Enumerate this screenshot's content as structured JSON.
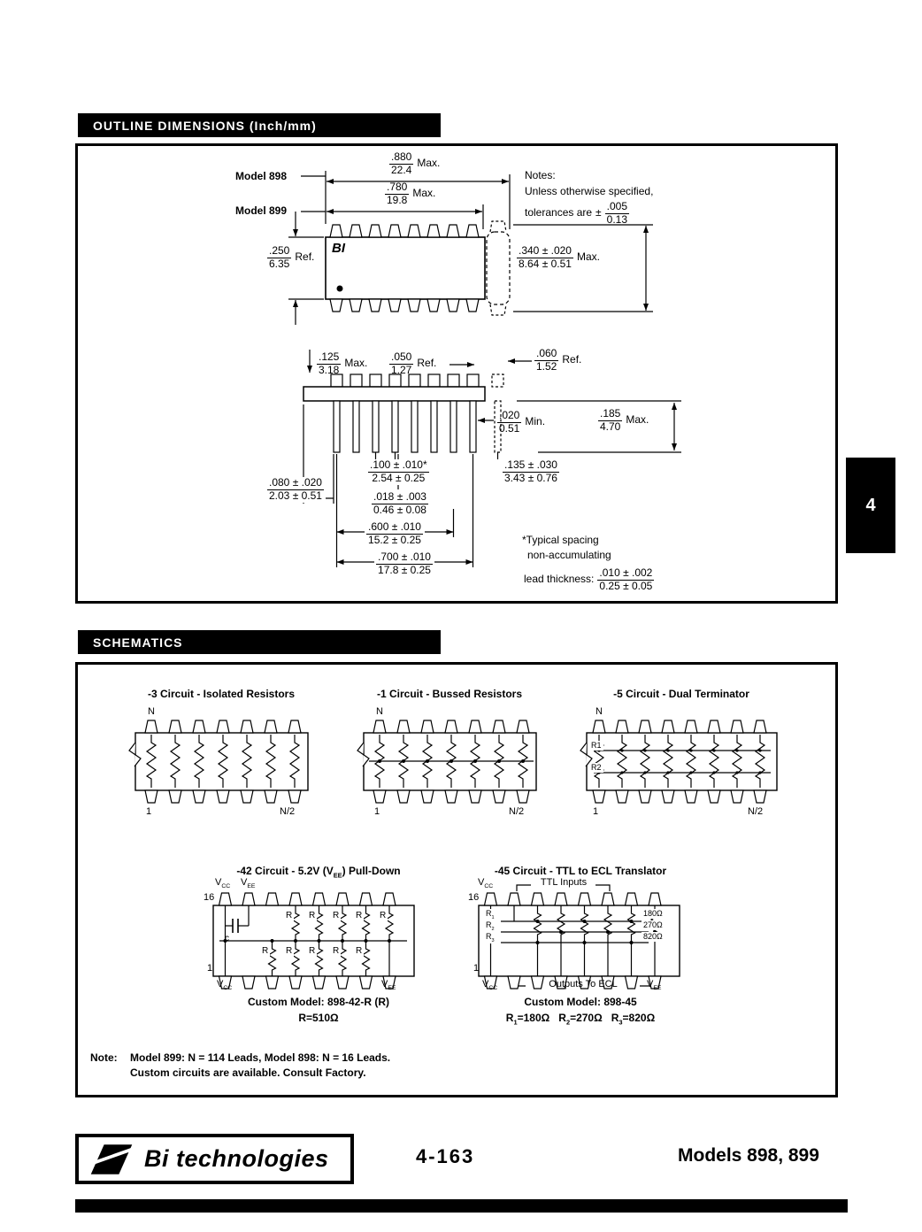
{
  "outline": {
    "header": "OUTLINE DIMENSIONS (Inch/mm)",
    "model898": "Model 898",
    "model899": "Model 899",
    "logo": "BI",
    "notes": {
      "title": "Notes:",
      "line1": "Unless otherwise specified,",
      "line2": "tolerances are",
      "pm": "±",
      "tol": {
        "top": ".005",
        "bot": "0.13"
      }
    },
    "dims": {
      "len898": {
        "top": ".880",
        "bot": "22.4",
        "sfx": "Max."
      },
      "len899": {
        "top": ".780",
        "bot": "19.8",
        "sfx": "Max."
      },
      "body": {
        "top": ".250",
        "bot": "6.35",
        "sfx": "Ref."
      },
      "width": {
        "top": ".340 ± .020",
        "bot": "8.64 ± 0.51",
        "sfx": "Max."
      },
      "d125": {
        "top": ".125",
        "bot": "3.18",
        "sfx": "Max."
      },
      "d050": {
        "top": ".050",
        "bot": "1.27",
        "sfx": "Ref."
      },
      "d060": {
        "top": ".060",
        "bot": "1.52",
        "sfx": "Ref."
      },
      "d020": {
        "top": ".020",
        "bot": "0.51",
        "sfx": "Min."
      },
      "d185": {
        "top": ".185",
        "bot": "4.70",
        "sfx": "Max."
      },
      "d100": {
        "top": ".100 ± .010*",
        "bot": "2.54 ± 0.25"
      },
      "d018": {
        "top": ".018 ± .003",
        "bot": "0.46 ± 0.08"
      },
      "d080": {
        "top": ".080 ± .020",
        "bot": "2.03 ± 0.51"
      },
      "d135": {
        "top": ".135 ± .030",
        "bot": "3.43 ± 0.76"
      },
      "d600": {
        "top": ".600 ± .010",
        "bot": "15.2 ± 0.25"
      },
      "d700": {
        "top": ".700 ± .010",
        "bot": "17.8 ± 0.25"
      },
      "thickness": {
        "top": ".010 ± .002",
        "bot": "0.25 ± 0.05"
      }
    },
    "typical1": "*Typical spacing",
    "typical2": "non-accumulating",
    "lead_thickness_label": "lead thickness:"
  },
  "side_tab": "4",
  "schematics": {
    "header": "SCHEMATICS",
    "r_label": "R",
    "c_label": "c",
    "vcc": {
      "b": "V",
      "s": "CC"
    },
    "vee": {
      "b": "V",
      "s": "EE"
    },
    "circuit3": {
      "title": "-3 Circuit - Isolated Resistors",
      "n": "N",
      "one": "1",
      "n2": "N/2"
    },
    "circuit1": {
      "title": "-1 Circuit - Bussed Resistors",
      "n": "N",
      "one": "1",
      "n2": "N/2"
    },
    "circuit5": {
      "title": "-5 Circuit - Dual Terminator",
      "n": "N",
      "one": "1",
      "n2": "N/2",
      "r1": "R1",
      "r2": "R2"
    },
    "circuit42": {
      "title_pre": "-42 Circuit - 5.2V (V",
      "title_sub": "EE",
      "title_post": ") Pull-Down",
      "pin16": "16",
      "pin1": "1",
      "custom": "Custom Model: 898-42-R (R)",
      "rvalue": "R=510Ω"
    },
    "circuit45": {
      "title": "-45 Circuit - TTL to ECL Translator",
      "ttl": "TTL Inputs",
      "outputs": "Outputs To ECL",
      "pin16": "16",
      "pin1": "1",
      "r_names": [
        {
          "b": "R",
          "s": "1"
        },
        {
          "b": "R",
          "s": "2"
        },
        {
          "b": "R",
          "s": "3"
        }
      ],
      "r_ohms": [
        "180Ω",
        "270Ω",
        "820Ω"
      ],
      "custom": "Custom Model: 898-45",
      "r_eqs": [
        {
          "b": "R",
          "s": "1",
          "v": "=180Ω"
        },
        {
          "b": "R",
          "s": "2",
          "v": "=270Ω"
        },
        {
          "b": "R",
          "s": "3",
          "v": "=820Ω"
        }
      ]
    },
    "note": {
      "label": "Note:",
      "line1": "Model 899: N = 114 Leads, Model 898: N = 16 Leads.",
      "line2": "Custom circuits are available.  Consult Factory."
    }
  },
  "footer": {
    "brand_b": "Bi",
    "brand_rest": " technologies",
    "page": "4-163",
    "models": "Models 898, 899"
  }
}
